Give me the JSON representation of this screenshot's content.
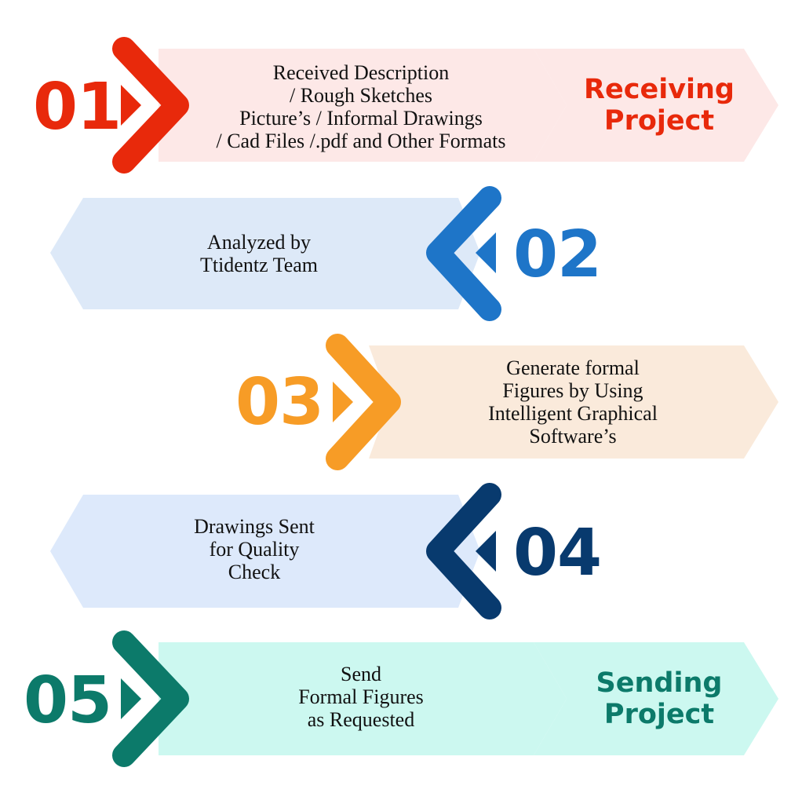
{
  "steps": [
    {
      "number": "01",
      "lines": [
        "Received Description",
        "/ Rough Sketches",
        "Picture’s / Informal Drawings",
        "/ Cad Files /.pdf and Other Formats"
      ],
      "tag_lines": [
        "Receiving",
        "Project"
      ],
      "accent_color": "#e8290b",
      "band_color": "#fde8e7",
      "tag_band_color": "#fde8e7"
    },
    {
      "number": "02",
      "lines": [
        "Analyzed by",
        "Ttidentz Team"
      ],
      "accent_color": "#1e75c8",
      "band_color": "#dde9f8"
    },
    {
      "number": "03",
      "lines": [
        "Generate formal",
        "Figures by Using",
        "Intelligent Graphical",
        "Software’s"
      ],
      "accent_color": "#f79c26",
      "band_color": "#faeadb"
    },
    {
      "number": "04",
      "lines": [
        "Drawings Sent",
        "for Quality",
        "Check"
      ],
      "accent_color": "#083a6e",
      "band_color": "#dde9fb"
    },
    {
      "number": "05",
      "lines": [
        "Send",
        "Formal Figures",
        "as Requested"
      ],
      "tag_lines": [
        "Sending",
        "Project"
      ],
      "accent_color": "#0c7a6a",
      "band_color": "#ccf8f0",
      "tag_band_color": "#ccf8f0"
    }
  ]
}
